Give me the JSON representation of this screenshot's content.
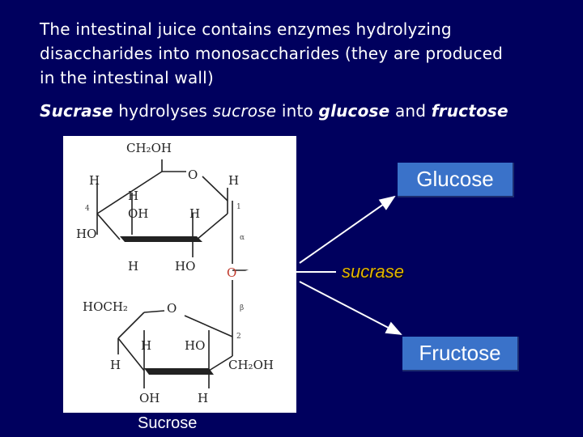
{
  "intro": {
    "line1": "The intestinal juice contains enzymes hydrolyzing",
    "line2": "disaccharides into monosaccharides (they are produced",
    "line3": "in the intestinal wall)"
  },
  "reaction": {
    "enzyme": "Sucrase",
    "verb": " hydrolyses ",
    "substrate": "sucrose",
    "into": " into ",
    "product1": "glucose",
    "and": " and ",
    "product2": "fructose"
  },
  "labels": {
    "glucose": "Glucose",
    "fructose": "Fructose",
    "sucrase": "sucrase",
    "sucrose": "Sucrose"
  },
  "structure": {
    "ch2oh_top": "CH₂OH",
    "ring_o_top": "O",
    "h": "H",
    "oh": "OH",
    "ho": "HO",
    "num4": "4",
    "num1": "1",
    "alpha": "α",
    "beta": "β",
    "num2": "2",
    "bridge_o": "O",
    "hoch2": "HOCH₂",
    "ring_o_bottom": "O",
    "ch2oh_bottom": "CH₂OH"
  },
  "colors": {
    "background": "#00005e",
    "box": "#3a72c9",
    "sucrase": "#e3b400",
    "bridge_o": "#c0392b"
  }
}
